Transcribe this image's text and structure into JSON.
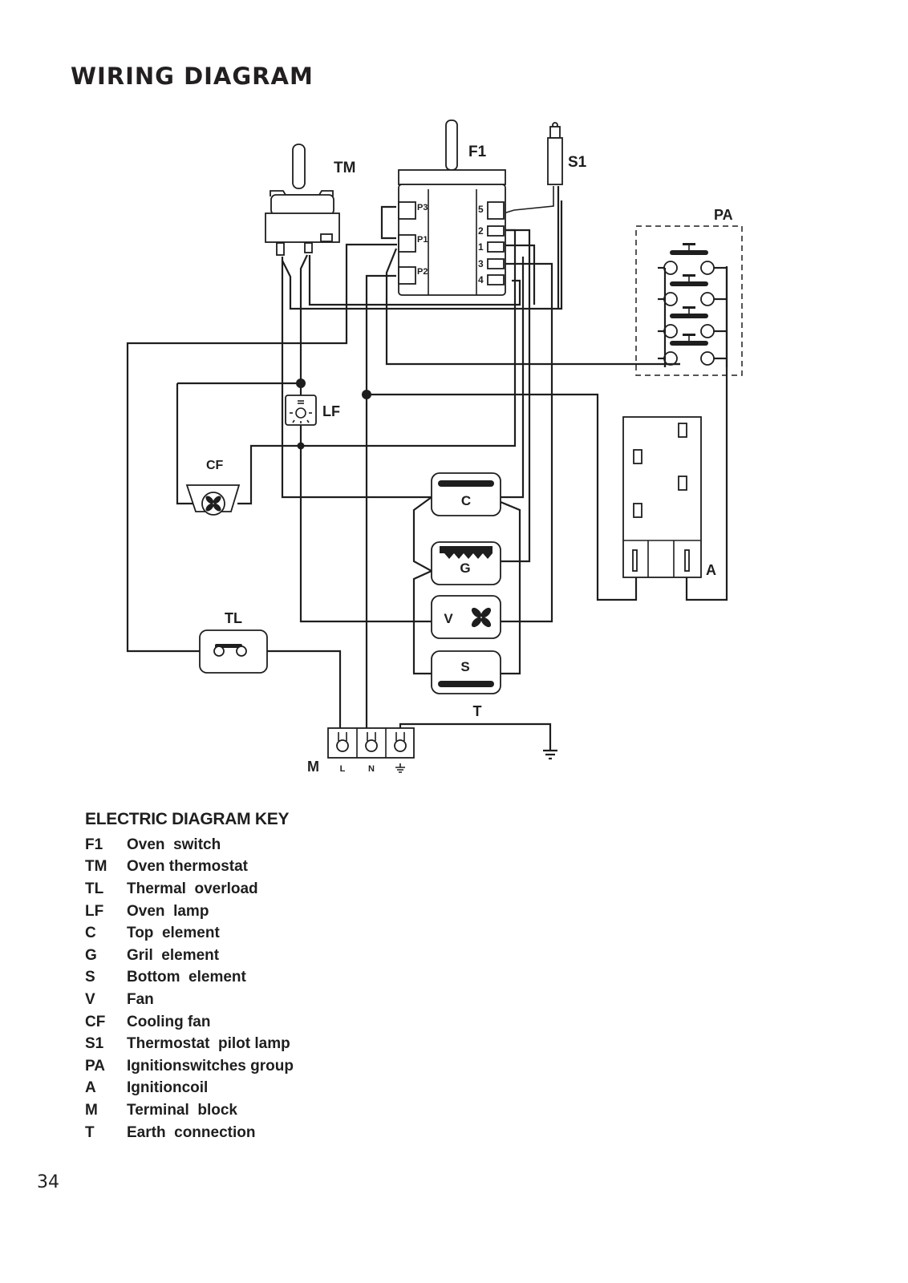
{
  "page": {
    "title": "WIRING DIAGRAM",
    "page_number": "34"
  },
  "diagram": {
    "labels": {
      "TM": "TM",
      "F1": "F1",
      "S1": "S1",
      "PA": "PA",
      "LF": "LF",
      "CF": "CF",
      "C": "C",
      "G": "G",
      "V": "V",
      "S": "S",
      "A": "A",
      "TL": "TL",
      "T": "T",
      "M": "M"
    },
    "switch_ports_left": [
      "P3",
      "P1",
      "P2"
    ],
    "switch_ports_right": [
      "5",
      "2",
      "1",
      "3",
      "4"
    ],
    "terminal_block": [
      "L",
      "N",
      "⏚"
    ]
  },
  "key": {
    "title": "ELECTRIC DIAGRAM KEY",
    "items": [
      {
        "code": "F1",
        "desc": "Oven  switch"
      },
      {
        "code": "TM",
        "desc": "Oven thermostat"
      },
      {
        "code": "TL",
        "desc": "Thermal  overload"
      },
      {
        "code": "LF",
        "desc": "Oven  lamp"
      },
      {
        "code": "C",
        "desc": "Top  element"
      },
      {
        "code": "G",
        "desc": "Gril  element"
      },
      {
        "code": "S",
        "desc": "Bottom  element"
      },
      {
        "code": "V",
        "desc": "Fan"
      },
      {
        "code": "CF",
        "desc": "Cooling fan"
      },
      {
        "code": "S1",
        "desc": "Thermostat  pilot lamp"
      },
      {
        "code": "PA",
        "desc": "Ignitionswitches group"
      },
      {
        "code": "A",
        "desc": "Ignitioncoil"
      },
      {
        "code": "M",
        "desc": "Terminal  block"
      },
      {
        "code": "T",
        "desc": "Earth  connection"
      }
    ]
  }
}
